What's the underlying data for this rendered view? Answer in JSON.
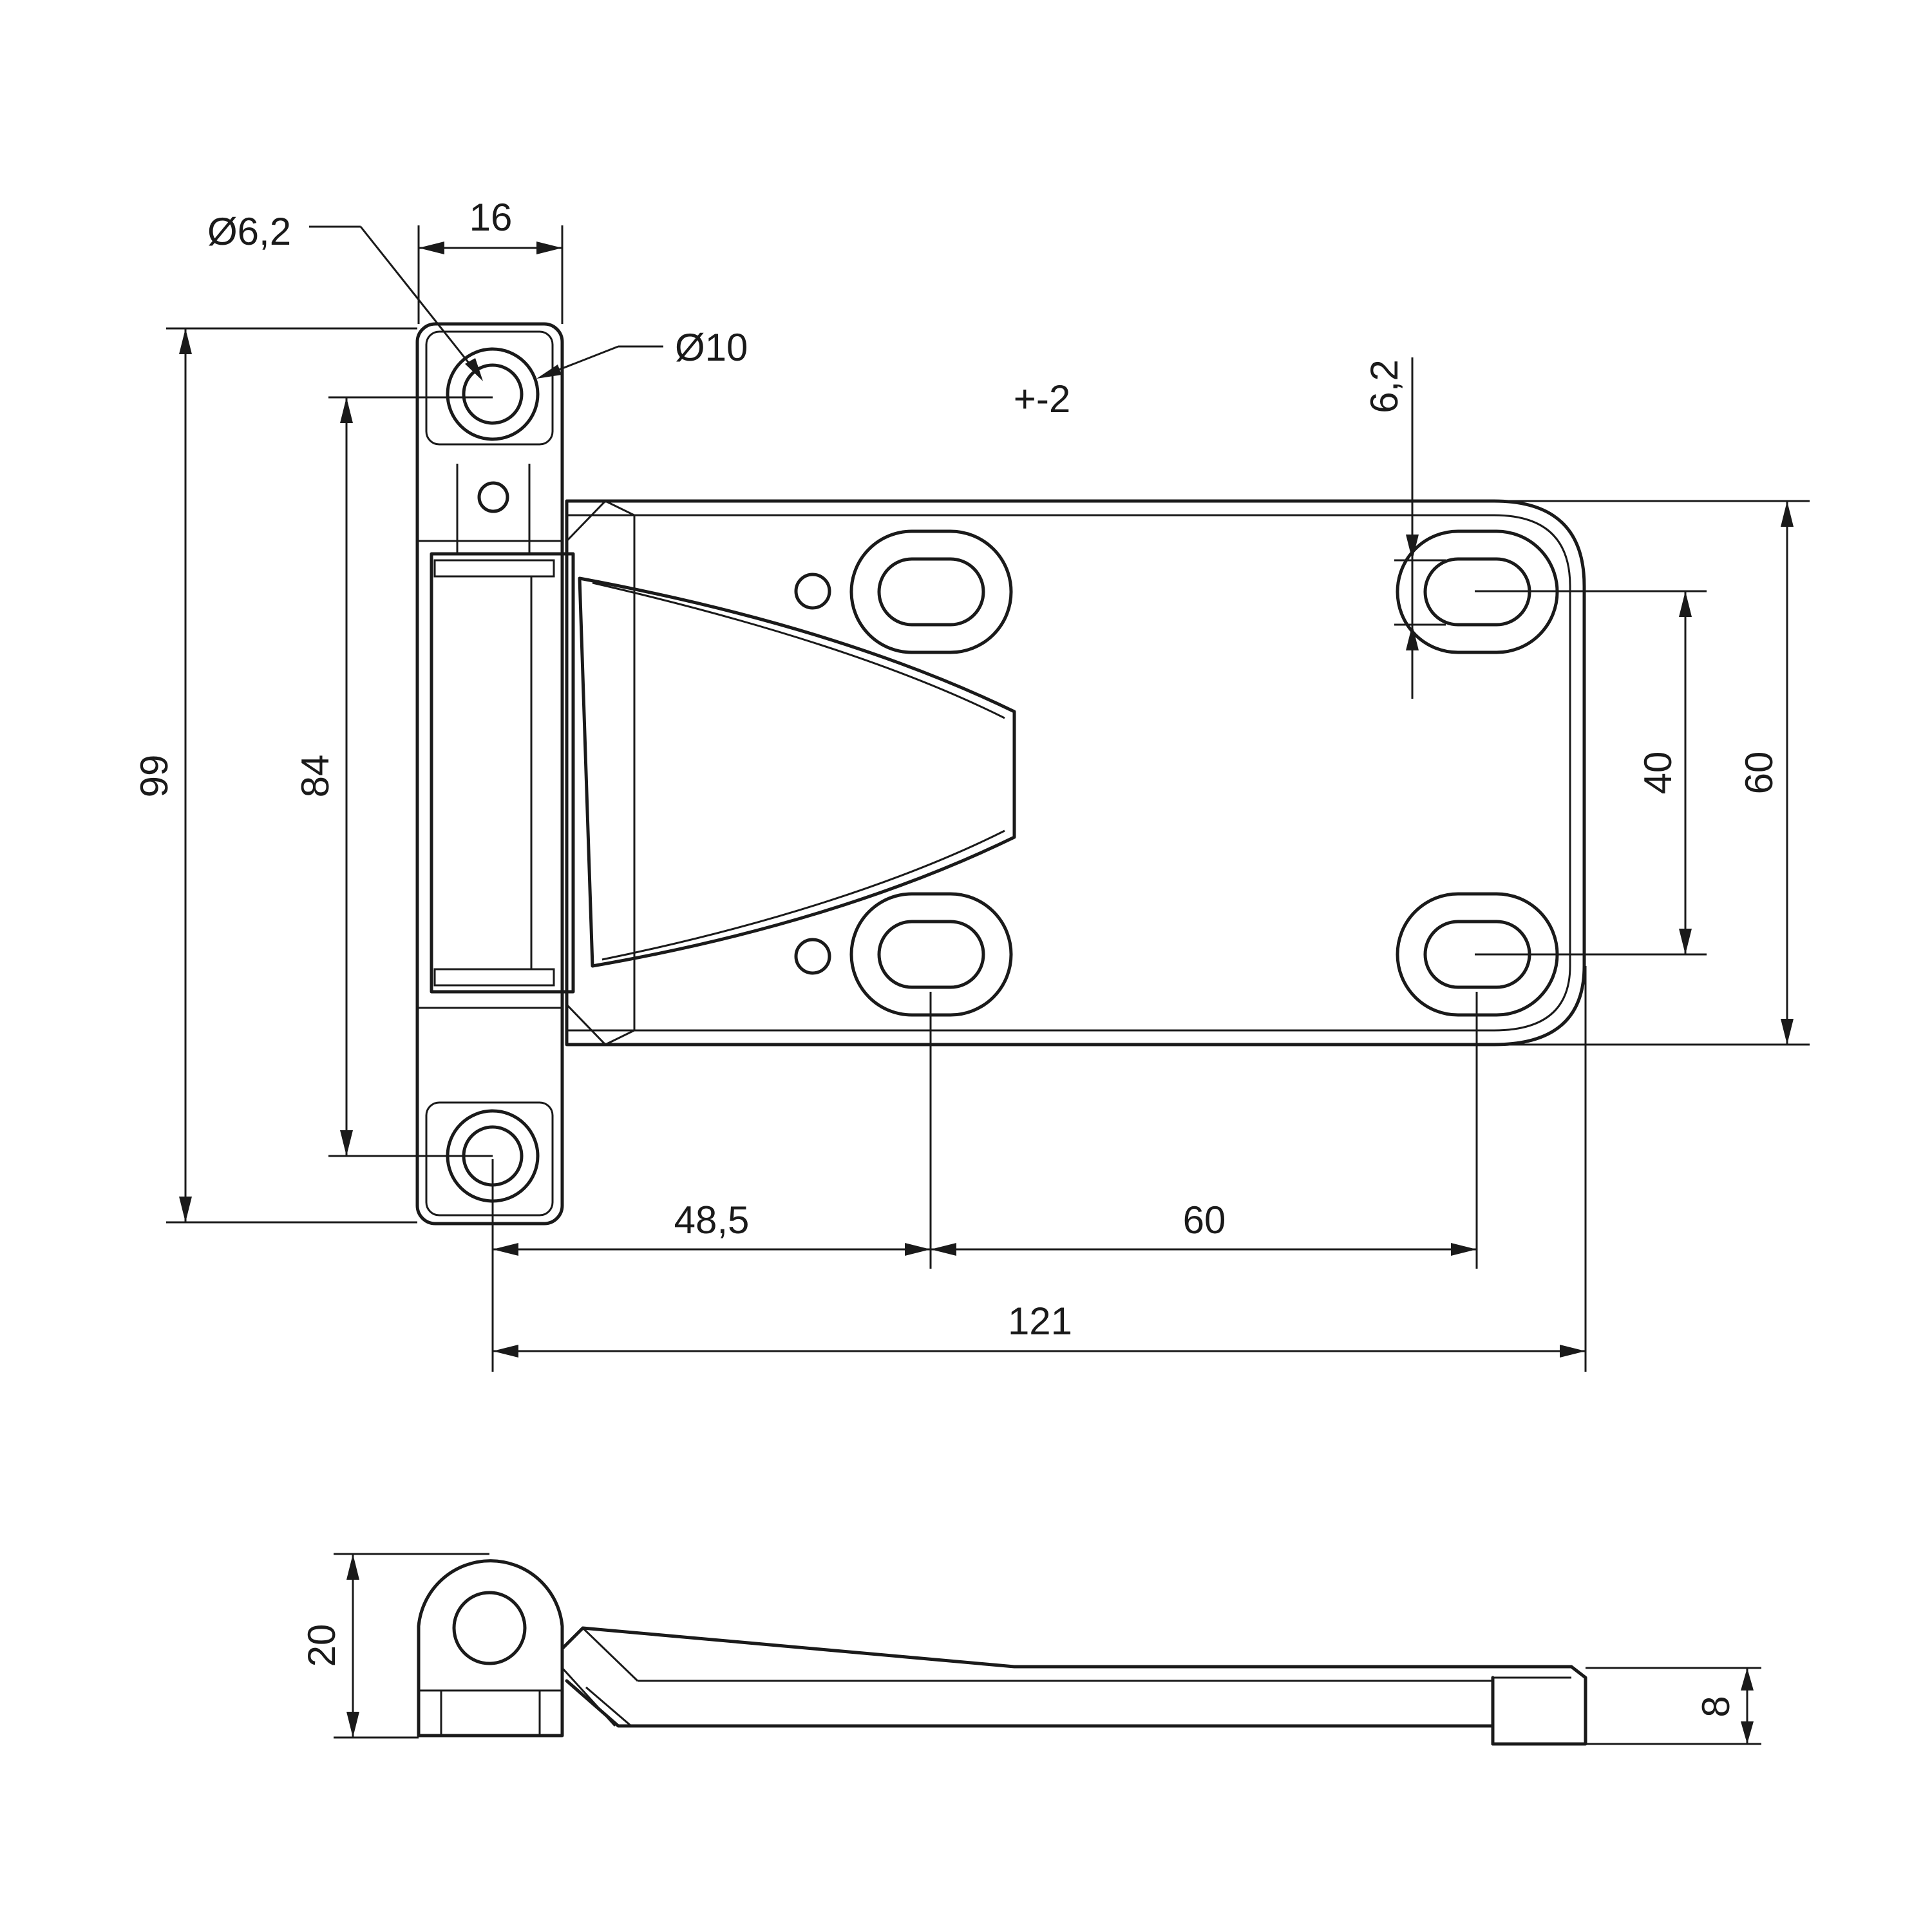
{
  "drawing": {
    "dimensions": {
      "hole_diameter": "Ø6,2",
      "knuckle_diameter": "Ø10",
      "knuckle_width": "16",
      "tolerance_note": "+-2",
      "slot_width": "6,2",
      "overall_height": "99",
      "hole_spacing_vertical": "84",
      "slot_spacing_vertical": "40",
      "leaf_height": "60",
      "offset_to_first_slot": "48,5",
      "slot_spacing_horizontal": "60",
      "overall_length": "121",
      "side_height": "20",
      "leaf_thickness": "8"
    }
  }
}
